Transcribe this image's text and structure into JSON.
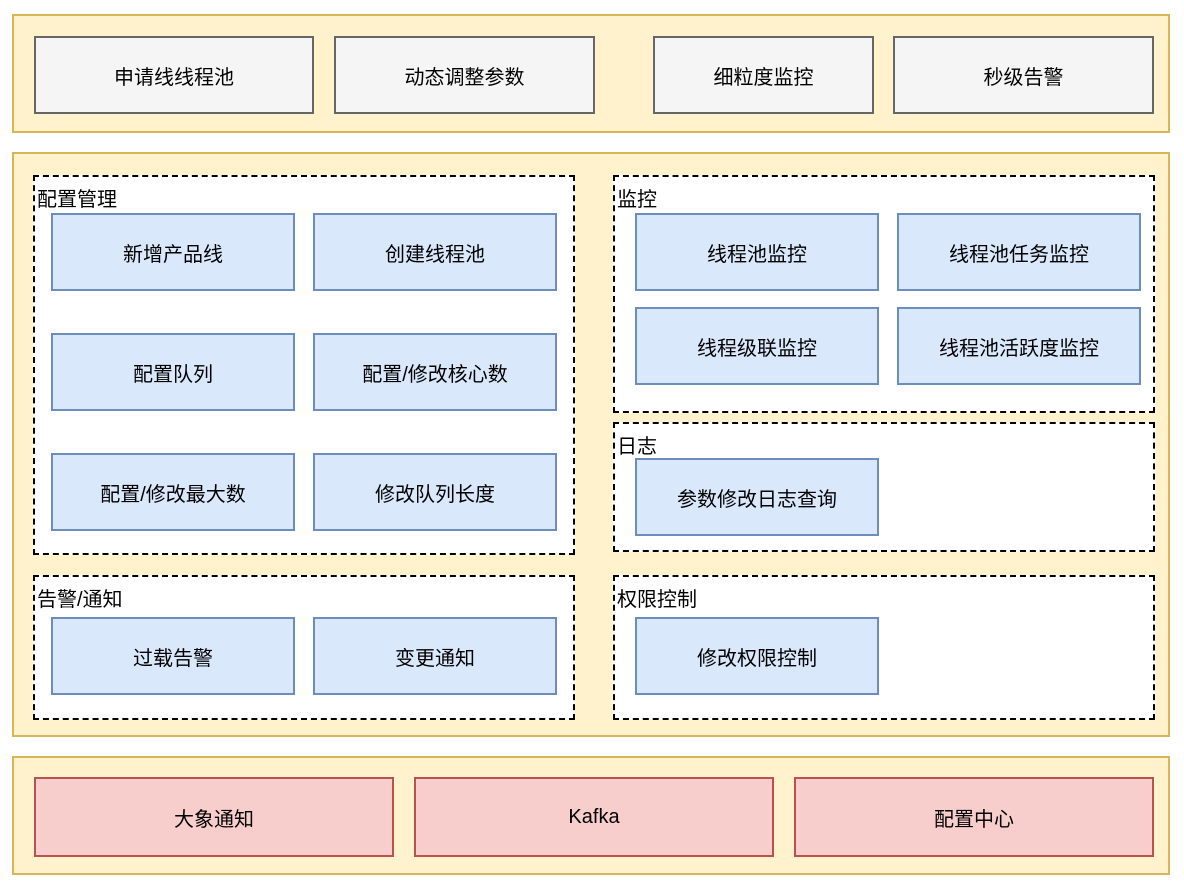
{
  "top_band": {
    "items": [
      {
        "label": "申请线线程池"
      },
      {
        "label": "动态调整参数"
      },
      {
        "label": "细粒度监控"
      },
      {
        "label": "秒级告警"
      }
    ]
  },
  "sections": {
    "config_management": {
      "title": "配置管理",
      "items": [
        "新增产品线",
        "创建线程池",
        "配置队列",
        "配置/修改核心数",
        "配置/修改最大数",
        "修改队列长度"
      ]
    },
    "alert_notify": {
      "title": "告警/通知",
      "items": [
        "过载告警",
        "变更通知"
      ]
    },
    "monitoring": {
      "title": "监控",
      "items": [
        "线程池监控",
        "线程池任务监控",
        "线程级联监控",
        "线程池活跃度监控"
      ]
    },
    "log": {
      "title": "日志",
      "items": [
        "参数修改日志查询"
      ]
    },
    "permission_control": {
      "title": "权限控制",
      "items": [
        "修改权限控制"
      ]
    }
  },
  "bottom_band": {
    "items": [
      "大象通知",
      "Kafka",
      "配置中心"
    ]
  },
  "colors": {
    "band_fill": "#FFF2CC",
    "band_border": "#D6B656",
    "plain_fill": "#F5F5F5",
    "plain_border": "#666666",
    "blue_fill": "#DAE8FC",
    "blue_border": "#6C8EBF",
    "pink_fill": "#F8CECC",
    "pink_border": "#B85450",
    "group_border": "#000000"
  }
}
